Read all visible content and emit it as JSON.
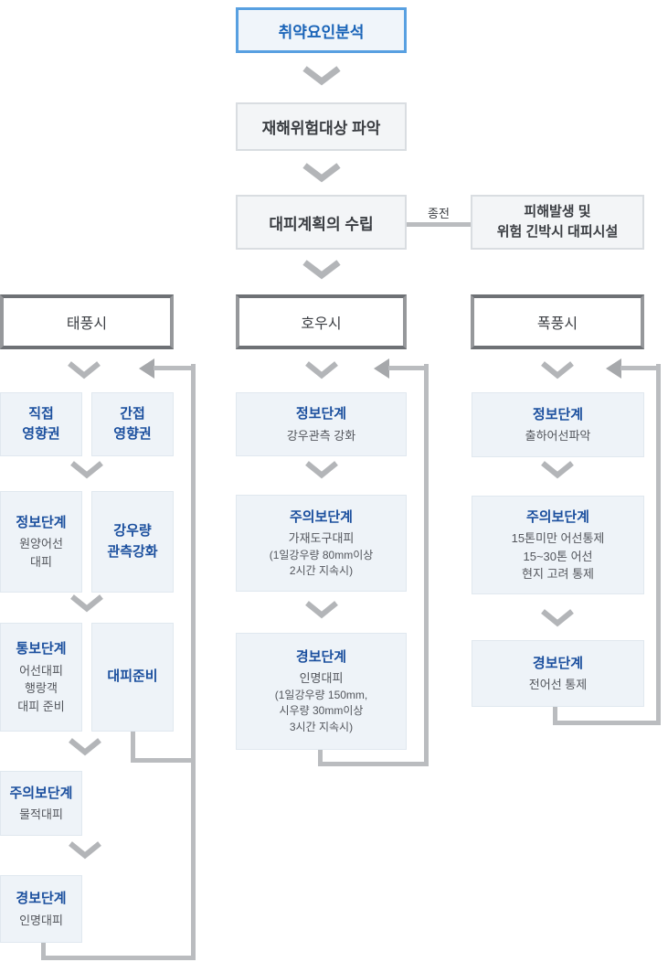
{
  "palette": {
    "accent_blue_border": "#58a0e1",
    "accent_blue_text": "#1a64b8",
    "cell_title_blue": "#1b4f9e",
    "box_gray_bg": "#f3f5f7",
    "box_gray_border": "#d9dde1",
    "cell_bg": "#eef3f8",
    "header_border_dark": "#6e7175",
    "body_text": "#53565c",
    "line_gray": "#babcbf"
  },
  "icons": {
    "down_chevron": "arrow-down-icon",
    "return_arrow": "return-left-arrow-icon"
  },
  "top_flow": {
    "analysis": "취약요인분석",
    "risk_identify": "재해위험대상 파악",
    "plan": "대피계획의 수립",
    "former_label": "종전",
    "former_facility": "피해발생 및\n위험 긴박시 대피시설"
  },
  "typhoon": {
    "header": "태풍시",
    "direct_zone": "직접\n영향권",
    "indirect_zone": "간접\n영향권",
    "info_title": "정보단계",
    "info_body": "원양어선\n대피",
    "rain_watch": "강우량\n관측강화",
    "notice_title": "통보단계",
    "notice_body": "어선대피\n행랑객\n대피 준비",
    "prepare": "대피준비",
    "advisory_title": "주의보단계",
    "advisory_body": "물적대피",
    "warning_title": "경보단계",
    "warning_body": "인명대피"
  },
  "heavy_rain": {
    "header": "호우시",
    "info_title": "정보단계",
    "info_body": "강우관측 강화",
    "advisory_title": "주의보단계",
    "advisory_body": "가재도구대피",
    "advisory_note": "(1일강우량 80mm이상\n2시간 지속시)",
    "warning_title": "경보단계",
    "warning_body": "인명대피",
    "warning_note": "(1일강우량 150mm,\n시우량 30mm이상\n3시간 지속시)"
  },
  "storm": {
    "header": "폭풍시",
    "info_title": "정보단계",
    "info_body": "출하어선파악",
    "advisory_title": "주의보단계",
    "advisory_body": "15톤미만 어선통제\n15~30톤 어선\n현지 고려 통제",
    "warning_title": "경보단계",
    "warning_body": "전어선 통제"
  }
}
